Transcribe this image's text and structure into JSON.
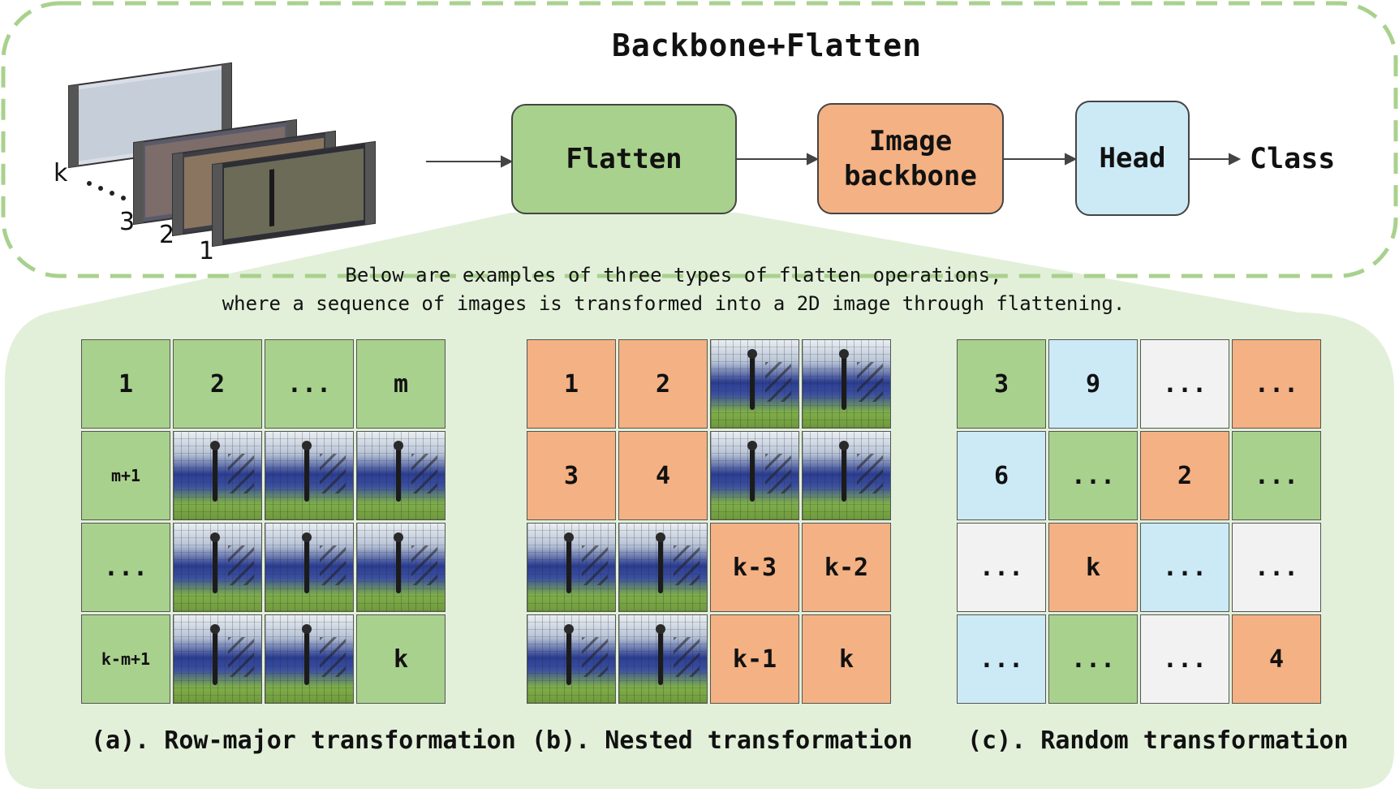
{
  "title": "Backbone+Flatten",
  "pipeline": {
    "flatten": "Flatten",
    "backbone": "Image\nbackbone",
    "head": "Head",
    "class": "Class"
  },
  "stack_labels": [
    "k",
    "3",
    "2",
    "1"
  ],
  "description": [
    "Below are examples of three types of flatten operations,",
    "where a sequence of images is transformed into a 2D image through flattening."
  ],
  "grids": {
    "row_major": {
      "caption": "(a). Row-major transformation",
      "cells": [
        {
          "t": "1",
          "c": "g"
        },
        {
          "t": "2",
          "c": "g"
        },
        {
          "t": "...",
          "c": "g"
        },
        {
          "t": "m",
          "c": "g"
        },
        {
          "t": "m+1",
          "c": "g",
          "s": 1
        },
        {
          "t": "",
          "c": "p"
        },
        {
          "t": "",
          "c": "p"
        },
        {
          "t": "",
          "c": "p"
        },
        {
          "t": "...",
          "c": "g"
        },
        {
          "t": "",
          "c": "p"
        },
        {
          "t": "",
          "c": "p"
        },
        {
          "t": "",
          "c": "p"
        },
        {
          "t": "k-m+1",
          "c": "g",
          "s": 1
        },
        {
          "t": "",
          "c": "p"
        },
        {
          "t": "",
          "c": "p"
        },
        {
          "t": "k",
          "c": "g"
        }
      ]
    },
    "nested": {
      "caption": "(b). Nested transformation",
      "cells": [
        {
          "t": "1",
          "c": "o"
        },
        {
          "t": "2",
          "c": "o"
        },
        {
          "t": "",
          "c": "p"
        },
        {
          "t": "",
          "c": "p"
        },
        {
          "t": "3",
          "c": "o"
        },
        {
          "t": "4",
          "c": "o"
        },
        {
          "t": "",
          "c": "p"
        },
        {
          "t": "",
          "c": "p"
        },
        {
          "t": "",
          "c": "p"
        },
        {
          "t": "",
          "c": "p"
        },
        {
          "t": "k-3",
          "c": "o"
        },
        {
          "t": "k-2",
          "c": "o"
        },
        {
          "t": "",
          "c": "p"
        },
        {
          "t": "",
          "c": "p"
        },
        {
          "t": "k-1",
          "c": "o"
        },
        {
          "t": "k",
          "c": "o"
        }
      ]
    },
    "random": {
      "caption": "(c). Random transformation",
      "cells": [
        {
          "t": "3",
          "c": "g"
        },
        {
          "t": "9",
          "c": "b"
        },
        {
          "t": "...",
          "c": "w"
        },
        {
          "t": "...",
          "c": "o"
        },
        {
          "t": "6",
          "c": "b"
        },
        {
          "t": "...",
          "c": "g"
        },
        {
          "t": "2",
          "c": "o"
        },
        {
          "t": "...",
          "c": "g"
        },
        {
          "t": "...",
          "c": "w"
        },
        {
          "t": "k",
          "c": "o"
        },
        {
          "t": "...",
          "c": "b"
        },
        {
          "t": "...",
          "c": "w"
        },
        {
          "t": "...",
          "c": "b"
        },
        {
          "t": "...",
          "c": "g"
        },
        {
          "t": "...",
          "c": "w"
        },
        {
          "t": "4",
          "c": "o"
        }
      ]
    }
  },
  "colors": {
    "green": "#a9d18e",
    "orange": "#f4b183",
    "blue": "#cce9f6",
    "gray": "#f2f2f2",
    "panel": "#e2f0d9",
    "dash": "#a9d18e"
  }
}
